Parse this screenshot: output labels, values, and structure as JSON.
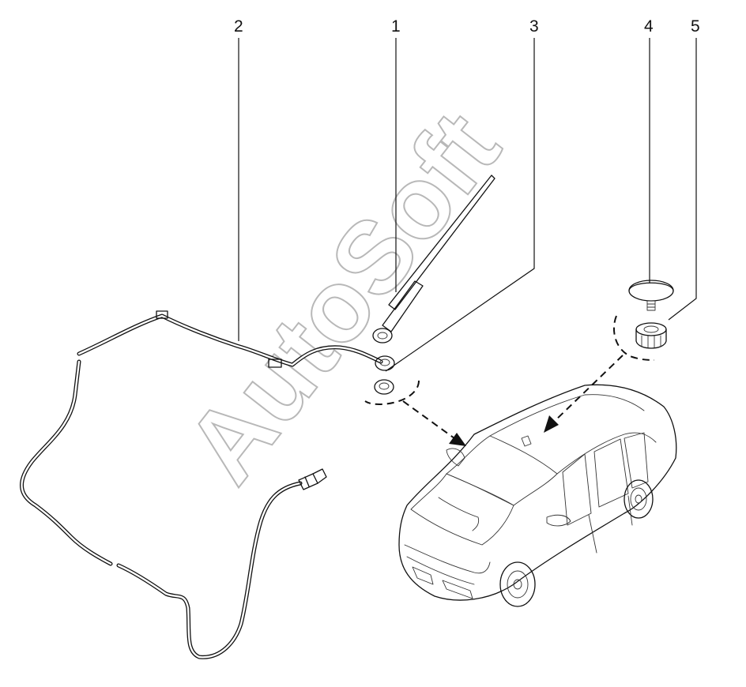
{
  "watermark": "AutoSoft",
  "callouts": {
    "antenna_mast": "1",
    "antenna_cable": "2",
    "mount_nut": "3",
    "cap": "4",
    "base": "5"
  }
}
